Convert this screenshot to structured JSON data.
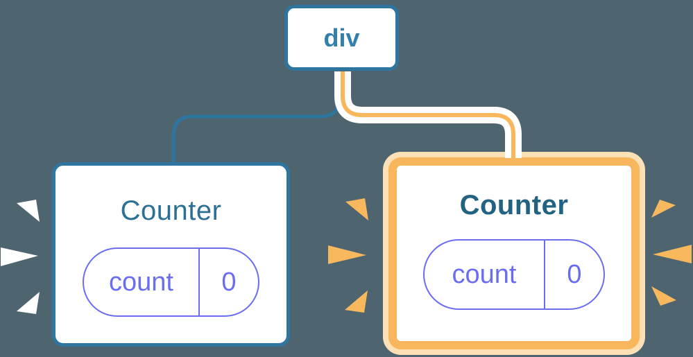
{
  "tree": {
    "root": {
      "label": "div"
    },
    "children": [
      {
        "label": "Counter",
        "highlighted": false,
        "state": {
          "key": "count",
          "value": "0"
        }
      },
      {
        "label": "Counter",
        "highlighted": true,
        "state": {
          "key": "count",
          "value": "0"
        }
      }
    ]
  },
  "colors": {
    "background": "#4e6570",
    "node_fill": "#ffffff",
    "node_border_blue": "#2e75a0",
    "root_label": "#3480ac",
    "counter_title": "#2d7096",
    "counter_title_highlighted": "#226381",
    "state_purple": "#6a6df1",
    "connector_blue": "#2e75a0",
    "connector_orange_core": "#f8b75c",
    "connector_white_casing": "#ffffff",
    "highlight_border_orange": "#f8b75c",
    "highlight_halo": "#fce0b6",
    "spark_white": "#ffffff",
    "spark_orange": "#f8b85e"
  }
}
